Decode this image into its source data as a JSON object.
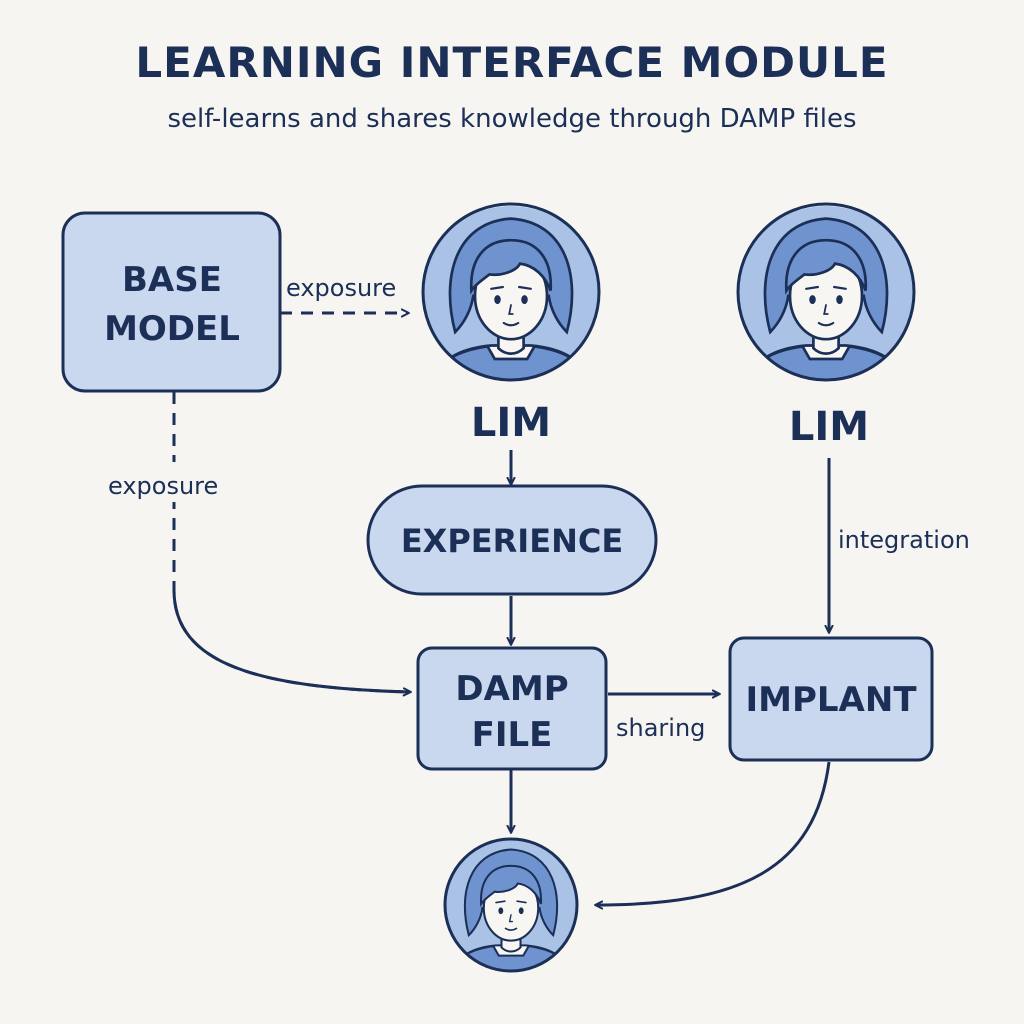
{
  "header": {
    "title": "LEARNING INTERFACE MODULE",
    "subtitle": "self-learns and shares knowledge through DAMP files"
  },
  "nodes": {
    "base_model": {
      "line1": "BASE",
      "line2": "MODEL"
    },
    "lim_left": {
      "label": "LIM"
    },
    "lim_right": {
      "label": "LIM"
    },
    "experience": {
      "label": "EXPERIENCE"
    },
    "damp_file": {
      "line1": "DAMP",
      "line2": "FILE"
    },
    "implant": {
      "label": "IMPLANT"
    }
  },
  "edges": {
    "exposure_right": "exposure",
    "exposure_down": "exposure",
    "integration": "integration",
    "sharing": "sharing"
  },
  "colors": {
    "ink": "#1b2f57",
    "fill": "#c9d8ef",
    "avatar_bg": "#a9c2e6",
    "hair": "#6f93cf",
    "skin": "#f8f6f2",
    "background": "#f7f5f2"
  }
}
